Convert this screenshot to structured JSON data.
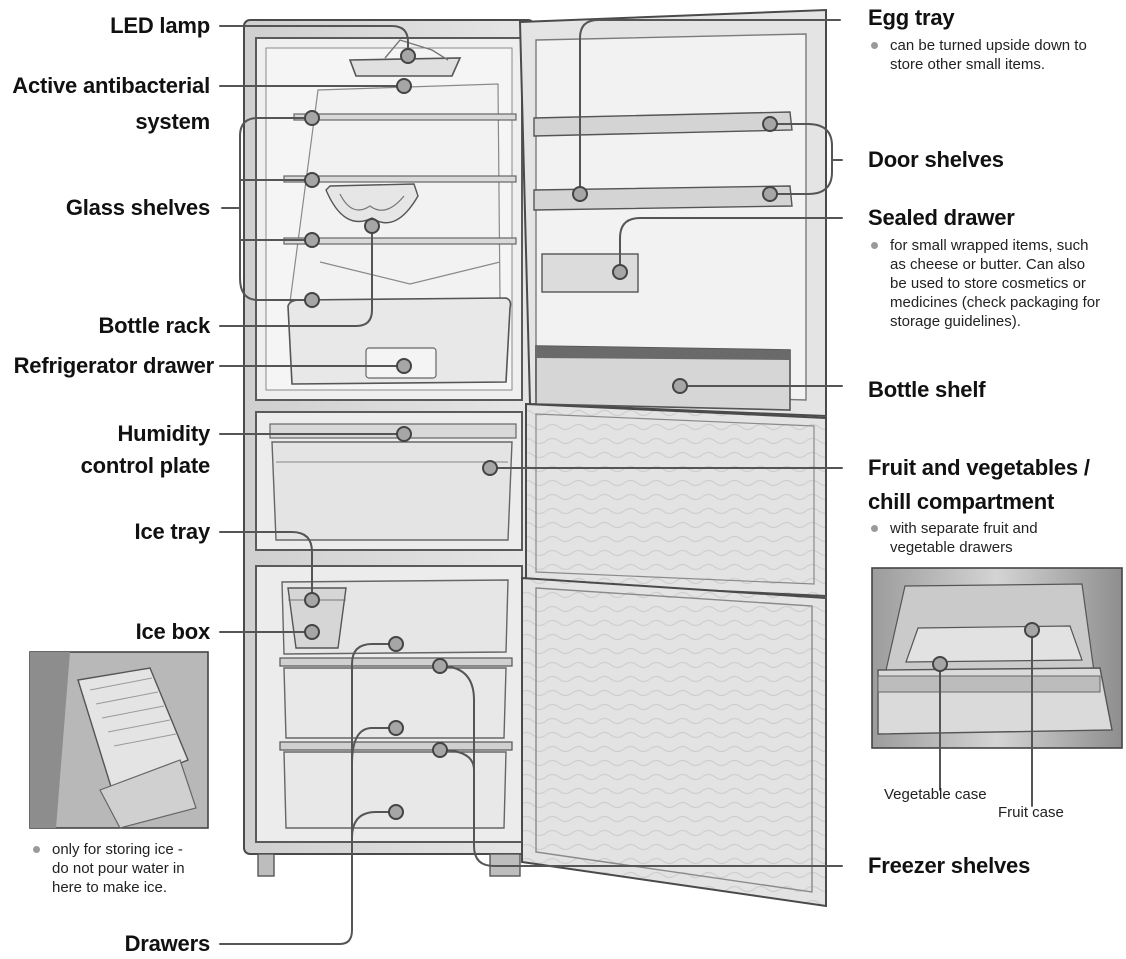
{
  "labels": {
    "led_lamp": "LED lamp",
    "antibacterial_1": "Active antibacterial",
    "antibacterial_2": "system",
    "glass_shelves": "Glass shelves",
    "bottle_rack": "Bottle rack",
    "refrigerator_drawer": "Refrigerator drawer",
    "humidity_1": "Humidity",
    "humidity_2": "control plate",
    "ice_tray": "Ice tray",
    "ice_box": "Ice box",
    "drawers": "Drawers",
    "egg_tray": "Egg tray",
    "door_shelves": "Door shelves",
    "sealed_drawer": "Sealed drawer",
    "bottle_shelf": "Bottle shelf",
    "fruit_veg_1": "Fruit and vegetables /",
    "fruit_veg_2": "chill compartment",
    "freezer_shelves": "Freezer shelves"
  },
  "notes": {
    "egg_tray": [
      "can be turned upside down to",
      "store other small items."
    ],
    "sealed_drawer": [
      "for small wrapped items, such",
      "as cheese or butter. Can also",
      "be used to store cosmetics or",
      "medicines (check packaging for",
      "storage guidelines)."
    ],
    "fruit_veg": [
      "with separate fruit and",
      "vegetable drawers"
    ],
    "ice_box": [
      "only for storing ice -",
      "do not pour water in",
      "here to make ice."
    ]
  },
  "inset_captions": {
    "vegetable_case": "Vegetable case",
    "fruit_case": "Fruit case"
  },
  "colors": {
    "outline": "#4a4a4a",
    "leader": "#555555",
    "body_fill": "#d6d6d6",
    "interior_fill": "#efefef",
    "door_fill": "#e2e2e2",
    "marker_fill": "#a6a6a6"
  }
}
